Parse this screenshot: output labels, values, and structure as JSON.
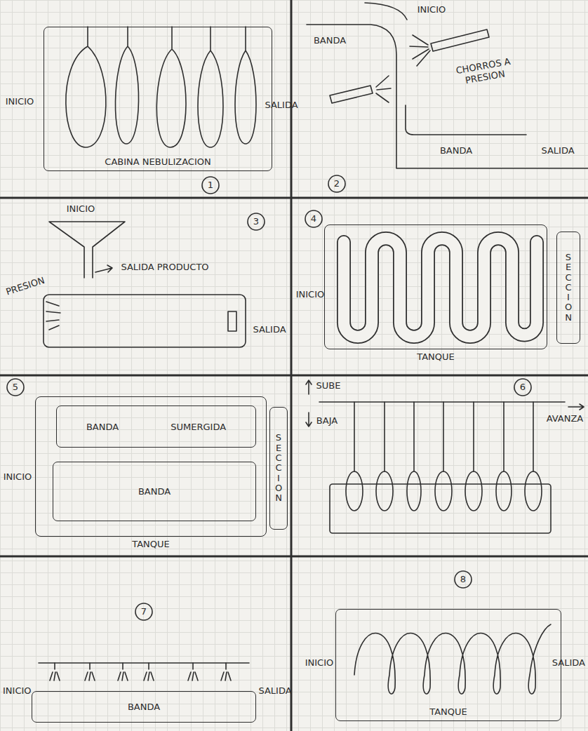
{
  "diagram": {
    "nodes": [
      {
        "text": [
          "CABINA NEBULIZACION"
        ]
      },
      {
        "text": [
          "TANQUE"
        ]
      },
      {
        "text": [
          "SECCION"
        ]
      },
      {
        "text": [
          "TANQUE"
        ]
      },
      {
        "text": [
          "BANDA SUMERGIDA"
        ],
        "in": 3
      },
      {
        "text": [
          "BANDA"
        ],
        "in": 3
      },
      {
        "text": [
          "SECCION"
        ]
      },
      {
        "text": [
          "BANDA"
        ]
      },
      {
        "text": [
          "TANQUE"
        ]
      }
    ],
    "labels": [
      "1",
      "INICIO",
      "SALIDA",
      "INICIO",
      "BANDA",
      "CHORROS A PRESION",
      "BANDA",
      "SALIDA",
      "2",
      "INICIO",
      "SALIDA PRODUCTO",
      "3",
      "PRESION",
      "SALIDA",
      "4",
      "INICIO",
      "5",
      "INICIO",
      "SUBE",
      "6",
      "BAJA",
      "AVANZA",
      "7",
      "INICIO",
      "SALIDA",
      "8",
      "INICIO",
      "SALIDA"
    ]
  }
}
